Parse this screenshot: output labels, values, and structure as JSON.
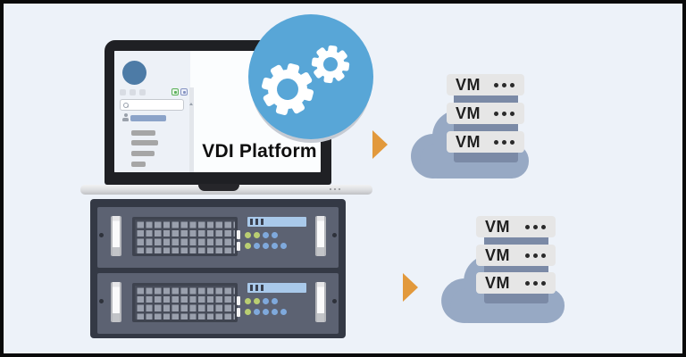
{
  "colors": {
    "canvas-bg": "#edf2f9",
    "frame-border": "#0a0a0a",
    "circle-blue": "#58a6d7",
    "cloud": "#97a9c4",
    "vm-box": "#e6e6e6",
    "vm-text": "#1f1f1f",
    "connector": "#7b8aa6",
    "arrow-orange": "#e2993c",
    "bezel": "#1f2024",
    "screen-bg": "#fbfdfe",
    "sidebar-bg": "#edf1f7",
    "avatar-blue": "#4d7ba6",
    "selected-bar": "#8ba3c9",
    "menu-bar-gray": "#a6a6a6",
    "rack-frame": "#343945",
    "rack-unit": "#5c6272",
    "vent-bg": "#474c59",
    "vent-square": "#9aa0ad",
    "led-green": "#b9ce72",
    "led-blue": "#7fa9dc",
    "drive-bar-blue": "#a9c9ea"
  },
  "diagram": {
    "platform_label": "VDI Platform",
    "vm_clusters": [
      {
        "vms": [
          {
            "label": "VM"
          },
          {
            "label": "VM"
          },
          {
            "label": "VM"
          }
        ]
      },
      {
        "vms": [
          {
            "label": "VM"
          },
          {
            "label": "VM"
          },
          {
            "label": "VM"
          }
        ]
      }
    ]
  },
  "icons": {
    "gears": "settings-gears",
    "cloud": "cloud",
    "arrow": "flow-arrow-right",
    "vm_dots": "ellipsis",
    "search": "magnifier"
  }
}
